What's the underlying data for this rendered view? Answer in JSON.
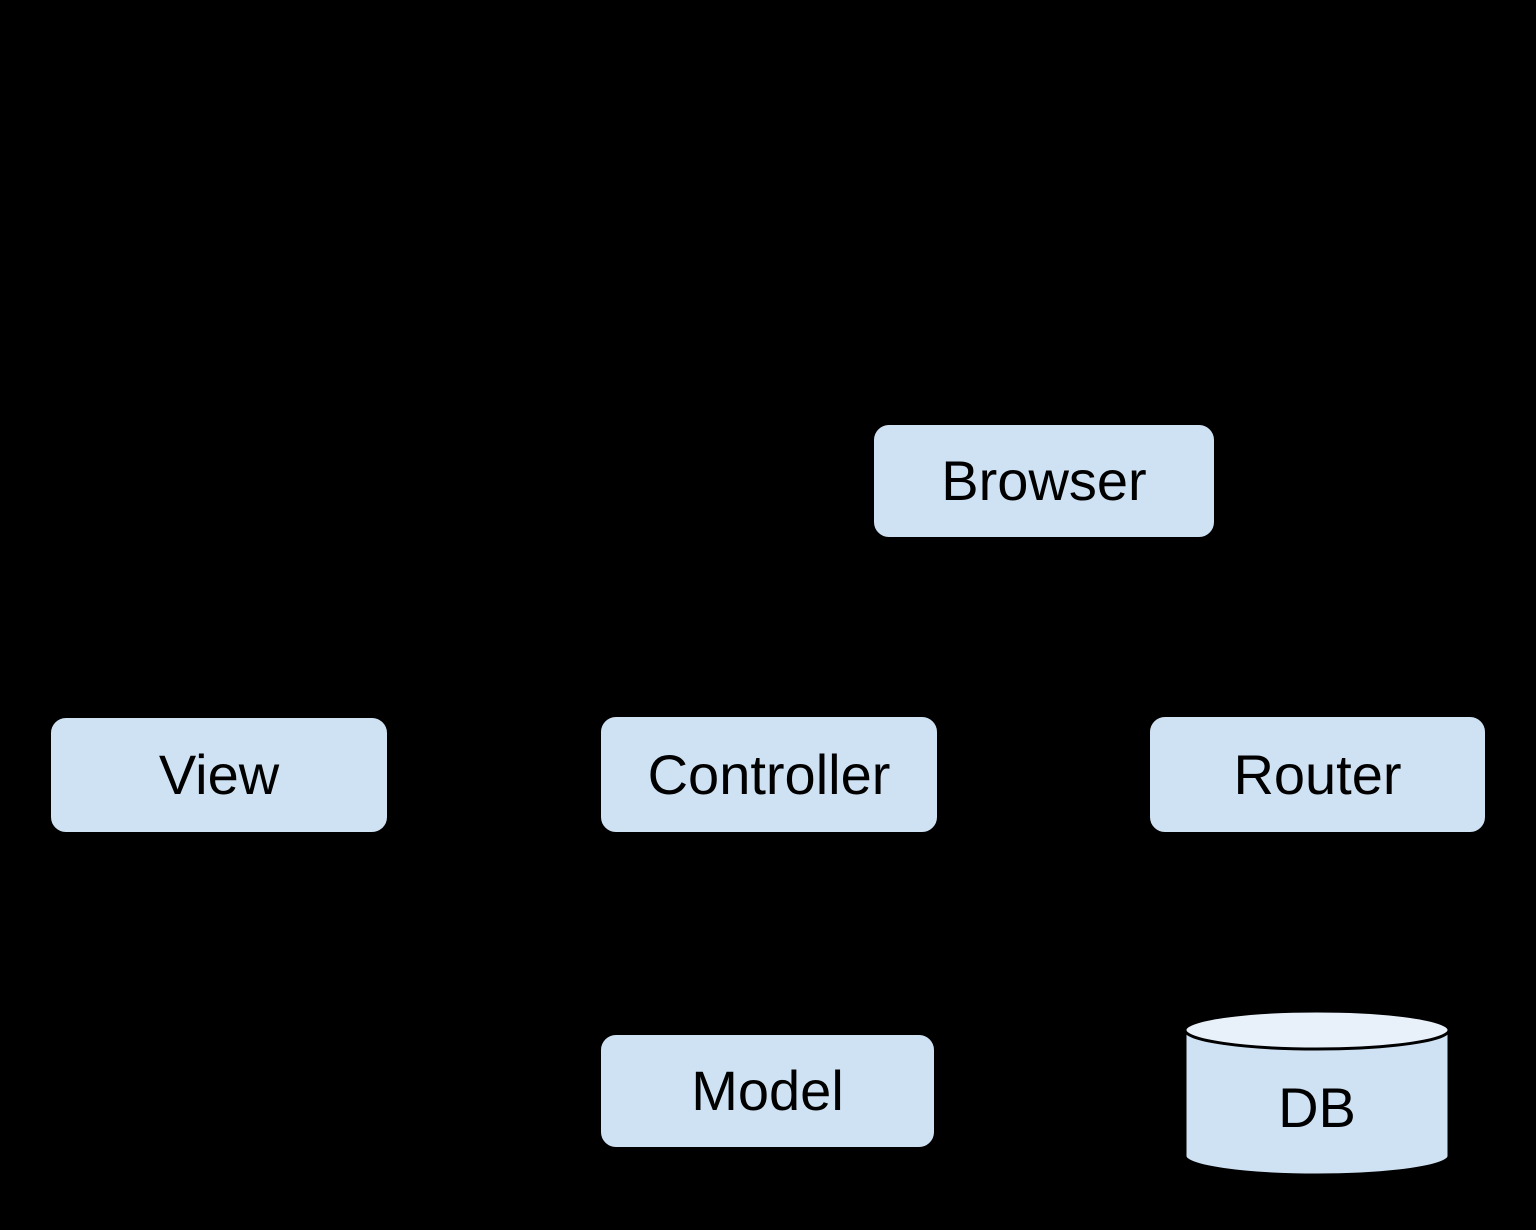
{
  "diagram": {
    "type": "architecture-diagram",
    "nodes": {
      "browser": {
        "label": "Browser",
        "shape": "rounded-rect"
      },
      "view": {
        "label": "View",
        "shape": "rounded-rect"
      },
      "controller": {
        "label": "Controller",
        "shape": "rounded-rect"
      },
      "router": {
        "label": "Router",
        "shape": "rounded-rect"
      },
      "model": {
        "label": "Model",
        "shape": "rounded-rect"
      },
      "db": {
        "label": "DB",
        "shape": "cylinder"
      }
    }
  },
  "colors": {
    "background_color": "#000000",
    "node_fill": "#cfe2f3",
    "node_stroke": "#000000",
    "cylinder_top_fill": "#e8f0fa",
    "label_color": "#000000"
  }
}
